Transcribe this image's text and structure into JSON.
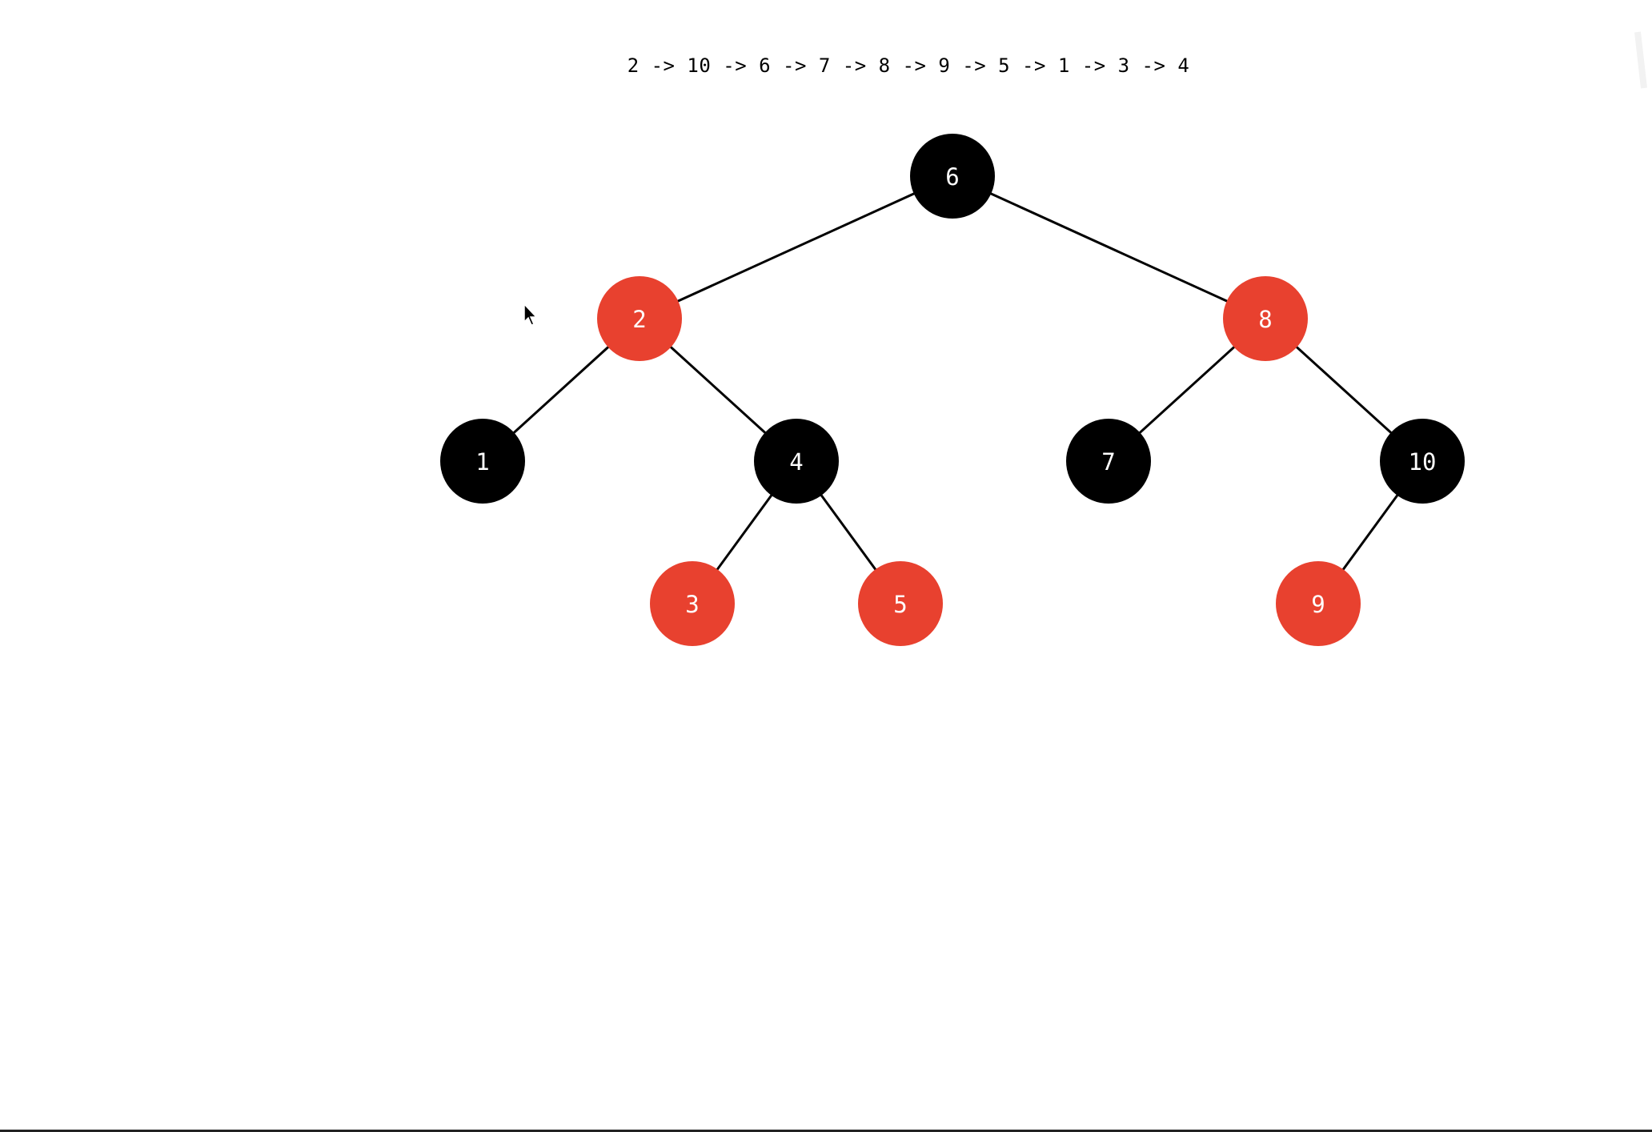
{
  "sequence": "2 -> 10 -> 6 -> 7 -> 8 -> 9 -> 5 -> 1 -> 3 -> 4",
  "colors": {
    "red": "#e8412f",
    "black": "#000000",
    "edge": "#000000",
    "label": "#ffffff"
  },
  "tree": {
    "root": {
      "value": "6",
      "color": "black",
      "left": {
        "value": "2",
        "color": "red",
        "left": {
          "value": "1",
          "color": "black"
        },
        "right": {
          "value": "4",
          "color": "black",
          "left": {
            "value": "3",
            "color": "red"
          },
          "right": {
            "value": "5",
            "color": "red"
          }
        }
      },
      "right": {
        "value": "8",
        "color": "red",
        "left": {
          "value": "7",
          "color": "black"
        },
        "right": {
          "value": "10",
          "color": "black",
          "left": {
            "value": "9",
            "color": "red"
          }
        }
      }
    }
  }
}
